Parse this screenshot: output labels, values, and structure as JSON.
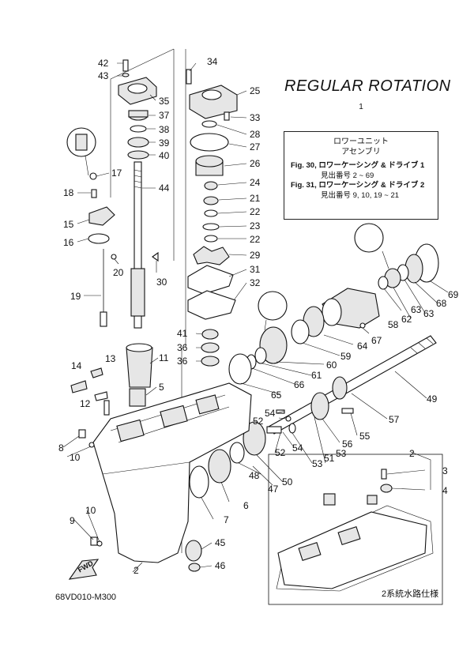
{
  "title": "REGULAR ROTATION",
  "info_box": {
    "ref": "1",
    "line1": "ロワーユニット",
    "line2": "アセンブリ",
    "fig1": "Fig. 30, ロワーケーシング & ドライブ 1",
    "fig1_sub": "見出番号 2 ~ 69",
    "fig2": "Fig. 31, ロワーケーシング & ドライブ 2",
    "fig2_sub": "見出番号 9, 10, 19 ~ 21"
  },
  "drawing_code": "68VD010-M300",
  "variant_note": "2系統水路仕様",
  "fwd_label": "FWD",
  "part_numbers": [
    {
      "id": "42",
      "label": "42"
    },
    {
      "id": "43",
      "label": "43"
    },
    {
      "id": "35",
      "label": "35"
    },
    {
      "id": "37",
      "label": "37"
    },
    {
      "id": "38",
      "label": "38"
    },
    {
      "id": "39",
      "label": "39"
    },
    {
      "id": "40",
      "label": "40"
    },
    {
      "id": "17",
      "label": "17"
    },
    {
      "id": "18",
      "label": "18"
    },
    {
      "id": "44",
      "label": "44"
    },
    {
      "id": "15",
      "label": "15"
    },
    {
      "id": "16",
      "label": "16"
    },
    {
      "id": "20",
      "label": "20"
    },
    {
      "id": "30",
      "label": "30"
    },
    {
      "id": "19",
      "label": "19"
    },
    {
      "id": "34",
      "label": "34"
    },
    {
      "id": "25",
      "label": "25"
    },
    {
      "id": "33",
      "label": "33"
    },
    {
      "id": "28",
      "label": "28"
    },
    {
      "id": "27",
      "label": "27"
    },
    {
      "id": "26",
      "label": "26"
    },
    {
      "id": "24",
      "label": "24"
    },
    {
      "id": "21",
      "label": "21"
    },
    {
      "id": "22a",
      "label": "22"
    },
    {
      "id": "23",
      "label": "23"
    },
    {
      "id": "22b",
      "label": "22"
    },
    {
      "id": "29",
      "label": "29"
    },
    {
      "id": "31",
      "label": "31"
    },
    {
      "id": "32",
      "label": "32"
    },
    {
      "id": "41",
      "label": "41"
    },
    {
      "id": "36a",
      "label": "36"
    },
    {
      "id": "36b",
      "label": "36"
    },
    {
      "id": "11",
      "label": "11"
    },
    {
      "id": "5",
      "label": "5"
    },
    {
      "id": "13",
      "label": "13"
    },
    {
      "id": "14",
      "label": "14"
    },
    {
      "id": "12",
      "label": "12"
    },
    {
      "id": "8",
      "label": "8"
    },
    {
      "id": "10a",
      "label": "10"
    },
    {
      "id": "69",
      "label": "69"
    },
    {
      "id": "68",
      "label": "68"
    },
    {
      "id": "63a",
      "label": "63"
    },
    {
      "id": "62",
      "label": "62"
    },
    {
      "id": "63b",
      "label": "63"
    },
    {
      "id": "58",
      "label": "58"
    },
    {
      "id": "67",
      "label": "67"
    },
    {
      "id": "64",
      "label": "64"
    },
    {
      "id": "59",
      "label": "59"
    },
    {
      "id": "60",
      "label": "60"
    },
    {
      "id": "61",
      "label": "61"
    },
    {
      "id": "66",
      "label": "66"
    },
    {
      "id": "65",
      "label": "65"
    },
    {
      "id": "49",
      "label": "49"
    },
    {
      "id": "57",
      "label": "57"
    },
    {
      "id": "54a",
      "label": "54"
    },
    {
      "id": "52a",
      "label": "52"
    },
    {
      "id": "55",
      "label": "55"
    },
    {
      "id": "56",
      "label": "56"
    },
    {
      "id": "53a",
      "label": "53"
    },
    {
      "id": "54b",
      "label": "54"
    },
    {
      "id": "51",
      "label": "51"
    },
    {
      "id": "53b",
      "label": "53"
    },
    {
      "id": "52b",
      "label": "52"
    },
    {
      "id": "50",
      "label": "50"
    },
    {
      "id": "48",
      "label": "48"
    },
    {
      "id": "47",
      "label": "47"
    },
    {
      "id": "6",
      "label": "6"
    },
    {
      "id": "7",
      "label": "7"
    },
    {
      "id": "2a",
      "label": "2"
    },
    {
      "id": "3",
      "label": "3"
    },
    {
      "id": "4",
      "label": "4"
    },
    {
      "id": "10b",
      "label": "10"
    },
    {
      "id": "9",
      "label": "9"
    },
    {
      "id": "45",
      "label": "45"
    },
    {
      "id": "46",
      "label": "46"
    },
    {
      "id": "2b",
      "label": "2"
    }
  ]
}
